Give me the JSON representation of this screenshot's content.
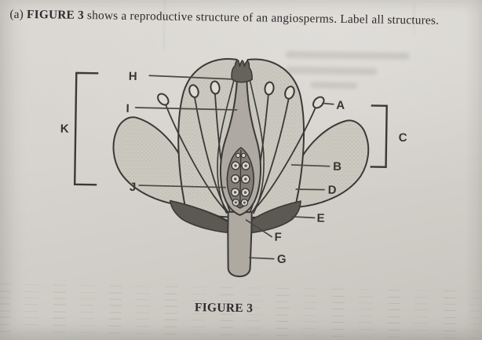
{
  "question": {
    "prefix": "(a) ",
    "figure_ref": "FIGURE 3",
    "body": " shows a reproductive structure of an angiosperms. Label all structures."
  },
  "figure": {
    "caption": "FIGURE 3",
    "labels": {
      "A": "A",
      "B": "B",
      "C": "C",
      "D": "D",
      "E": "E",
      "F": "F",
      "G": "G",
      "H": "H",
      "I": "I",
      "J": "J",
      "K": "K"
    }
  },
  "colors": {
    "paper": "#d7d4cf",
    "ink": "#2e2a2c",
    "line": "#3b3936",
    "label_ink": "#38362f",
    "petal": "#cbc8c0",
    "petal_dot": "#8f8b82",
    "sepal_dark": "#5c5952",
    "sepal_inner": "#97928a",
    "pistil": "#aeaaa2",
    "ovary_cavity": "#827e76",
    "stigma": "#66635c",
    "ovule": "#d9d6ce",
    "ovule_dot": "#56534c",
    "anther": "#dedbd3",
    "rule_line": "#6e6960"
  }
}
